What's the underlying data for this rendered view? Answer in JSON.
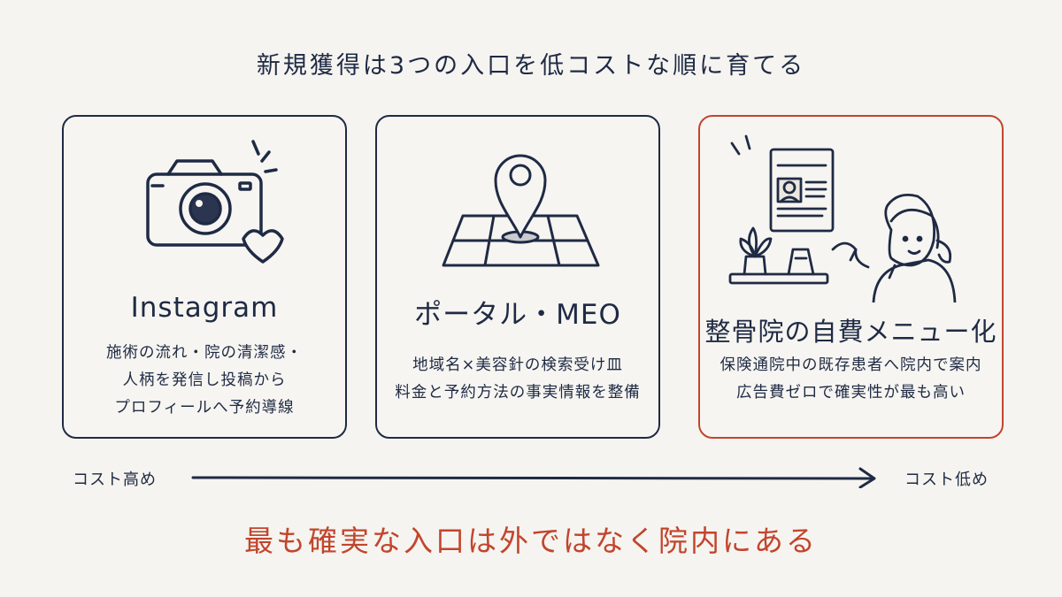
{
  "title": "新規獲得は3つの入口を低コストな順に育てる",
  "cards": [
    {
      "name": "Instagram",
      "lines": [
        "施術の流れ・院の清潔感・",
        "人柄を発信し投稿から",
        "プロフィールへ予約導線"
      ]
    },
    {
      "name": "ポータル・MEO",
      "lines": [
        "地域名×美容針の検索受け皿",
        "料金と予約方法の事実情報を整備"
      ]
    },
    {
      "name": "整骨院の自費メニュー化",
      "lines": [
        "保険通院中の既存患者へ院内で案内",
        "広告費ゼロで確実性が最も高い"
      ]
    }
  ],
  "axis": {
    "left": "コスト高め",
    "right": "コスト低め"
  },
  "conclusion": "最も確実な入口は外ではなく院内にある",
  "colors": {
    "ink": "#1f2a44",
    "accent": "#c2452d",
    "background": "#f5f4f0"
  },
  "icons": [
    "camera-heart-icon",
    "map-pin-icon",
    "receptionist-poster-icon"
  ]
}
